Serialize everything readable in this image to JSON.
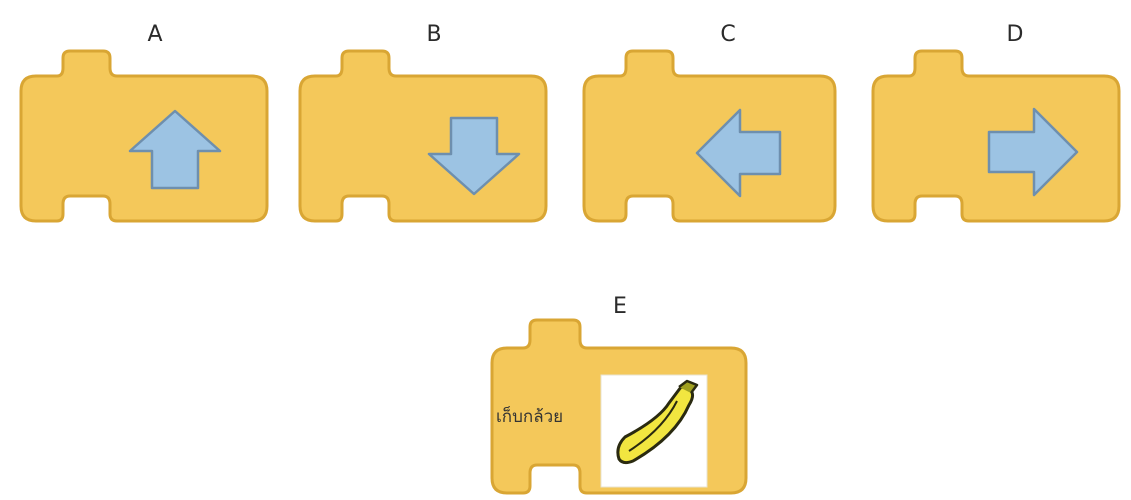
{
  "blocks": [
    {
      "label": "A",
      "icon": "arrow-up-icon"
    },
    {
      "label": "B",
      "icon": "arrow-down-icon"
    },
    {
      "label": "C",
      "icon": "arrow-left-icon"
    },
    {
      "label": "D",
      "icon": "arrow-right-icon"
    },
    {
      "label": "E",
      "icon": "banana-icon",
      "caption": "เก็บกล้วย"
    }
  ],
  "colors": {
    "block_fill": "#f4c85a",
    "block_stroke": "#d9a634",
    "arrow_fill": "#9cc3e3",
    "arrow_stroke": "#6e8fae",
    "banana_fill": "#f2e640",
    "banana_stroke": "#2a2a10"
  }
}
